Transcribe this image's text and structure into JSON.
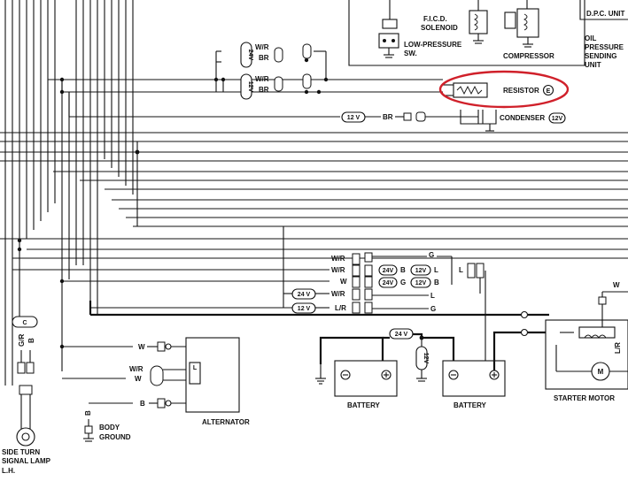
{
  "labels": {
    "ficd_solenoid_1": "F.I.C.D.",
    "ficd_solenoid_2": "SOLENOID",
    "low_pressure_1": "LOW-PRESSURE",
    "low_pressure_2": "SW.",
    "compressor": "COMPRESSOR",
    "dpc_unit": "D.P.C. UNIT",
    "oil_pressure_1": "OIL",
    "oil_pressure_2": "PRESSURE",
    "oil_pressure_3": "SENDING",
    "oil_pressure_4": "UNIT",
    "resistor": "RESISTOR",
    "condenser": "CONDENSER",
    "alternator": "ALTERNATOR",
    "battery_left": "BATTERY",
    "battery_right": "BATTERY",
    "starter_motor": "STARTER MOTOR",
    "body_ground_1": "BODY",
    "body_ground_2": "GROUND",
    "side_turn_1": "SIDE TURN",
    "side_turn_2": "SIGNAL LAMP",
    "side_turn_3": "L.H.",
    "e_mark": "E",
    "c_mark": "C",
    "m_mark": "M"
  },
  "wire_codes": {
    "wr": "W/R",
    "br": "BR",
    "w": "W",
    "b": "B",
    "g": "G",
    "l": "L",
    "lr": "L/R",
    "gr": "G/R"
  },
  "voltage": {
    "v24": "24 V",
    "v12": "12 V",
    "v24_compact": "24V",
    "v12_compact": "12V"
  },
  "colors": {
    "highlight": "#d0202a",
    "ink": "#111111",
    "paper": "#ffffff"
  }
}
